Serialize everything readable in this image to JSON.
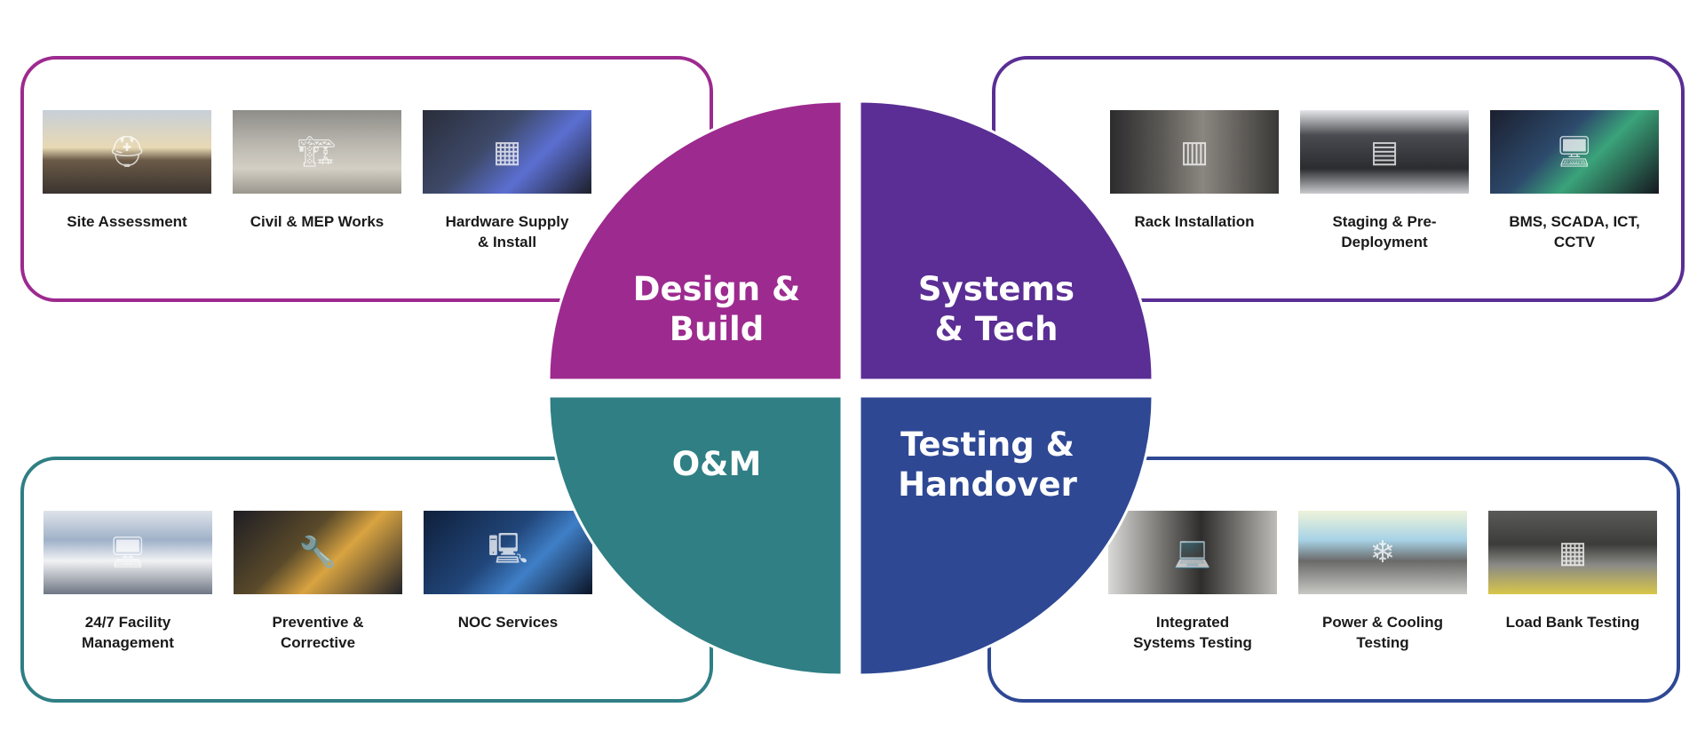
{
  "wheel": {
    "design_build": {
      "line1": "Design &",
      "line2": "Build",
      "color": "#9d2a8f"
    },
    "systems_tech": {
      "line1": "Systems",
      "line2": "& Tech",
      "color": "#5a2e94"
    },
    "om": {
      "line1": "O&M",
      "color": "#2f7f84"
    },
    "testing_handover": {
      "line1": "Testing &",
      "line2": "Handover",
      "color": "#2e4894"
    }
  },
  "panels": {
    "design_build": {
      "color": "#9d2a8f",
      "items": [
        {
          "label": "Site Assessment",
          "icon": "hard-hat-icon"
        },
        {
          "label": "Civil & MEP Works",
          "icon": "construction-icon"
        },
        {
          "label": "Hardware Supply\n& Install",
          "icon": "server-icon"
        }
      ]
    },
    "systems_tech": {
      "color": "#5a2e94",
      "items": [
        {
          "label": "Rack Installation",
          "icon": "rack-icon"
        },
        {
          "label": "Staging & Pre-\nDeployment",
          "icon": "datacenter-icon"
        },
        {
          "label": "BMS, SCADA, ICT,\nCCTV",
          "icon": "monitor-icon"
        }
      ]
    },
    "om": {
      "color": "#2f7f84",
      "items": [
        {
          "label": "24/7 Facility\nManagement",
          "icon": "control-room-icon"
        },
        {
          "label": "Preventive &\nCorrective",
          "icon": "maintenance-icon"
        },
        {
          "label": "NOC Services",
          "icon": "noc-icon"
        }
      ]
    },
    "testing_handover": {
      "color": "#2e4894",
      "items": [
        {
          "label": "Integrated\nSystems Testing",
          "icon": "laptop-icon"
        },
        {
          "label": "Power & Cooling\nTesting",
          "icon": "cooling-icon"
        },
        {
          "label": "Load Bank Testing",
          "icon": "load-bank-icon"
        }
      ]
    }
  }
}
